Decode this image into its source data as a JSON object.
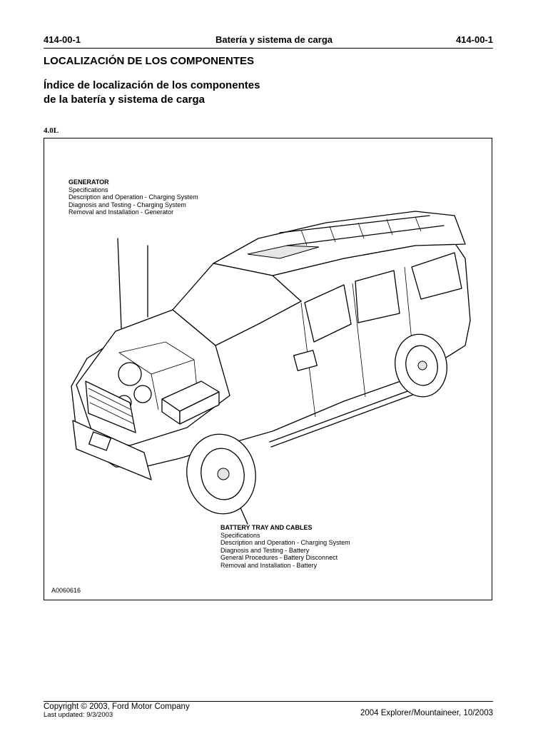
{
  "header": {
    "left": "414-00-1",
    "center": "Batería y sistema de carga",
    "right": "414-00-1"
  },
  "section_title": "LOCALIZACIÓN DE LOS COMPONENTES",
  "index_title": "Índice de localización de los componentes de la batería y sistema de carga",
  "engine_label": "4.0L",
  "figure": {
    "figure_id": "A0060616",
    "generator": {
      "title": "GENERATOR",
      "items": [
        "Specifications",
        "Description and Operation - Charging System",
        "Diagnosis and Testing - Charging System",
        "Removal and Installation - Generator"
      ]
    },
    "battery": {
      "title": "BATTERY TRAY AND CABLES",
      "items": [
        "Specifications",
        "Description and Operation - Charging System",
        "Diagnosis and Testing - Battery",
        "General Procedures - Battery Disconnect",
        "Removal and Installation - Battery"
      ]
    }
  },
  "footer": {
    "copyright": "Copyright © 2003, Ford Motor Company",
    "last_updated": "Last updated: 9/3/2003",
    "model": "2004 Explorer/Mountaineer, 10/2003"
  }
}
